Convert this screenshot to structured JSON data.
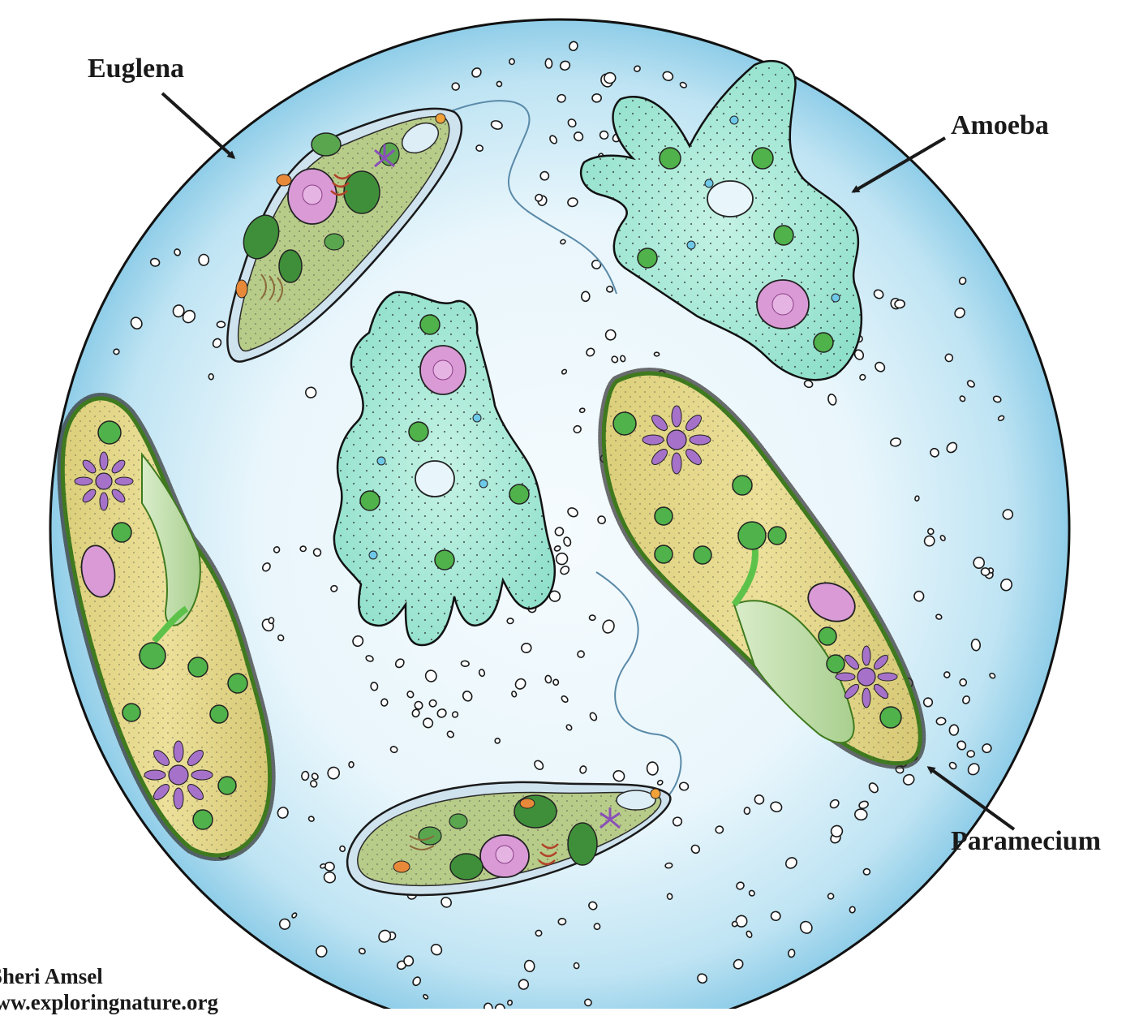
{
  "labels": {
    "euglena": "Euglena",
    "amoeba": "Amoeba",
    "paramecium": "Paramecium"
  },
  "credit": {
    "author": "Sheri Amsel",
    "website": "www.exploringnature.org"
  },
  "colors": {
    "dish_edge": "#8fcde8",
    "dish_center": "#f4fbfe",
    "euglena_body": "#b8cc8a",
    "amoeba_body": "#a6ead8",
    "paramecium_body": "#e6d98a",
    "paramecium_rim": "#3f7a1e",
    "nucleus": "#d99ad6",
    "chloroplast": "#3f8f3a",
    "vacuole": "#a672c9"
  },
  "icons": {
    "dish": "microscope-view-circle",
    "arrow": "pointer-arrow"
  }
}
